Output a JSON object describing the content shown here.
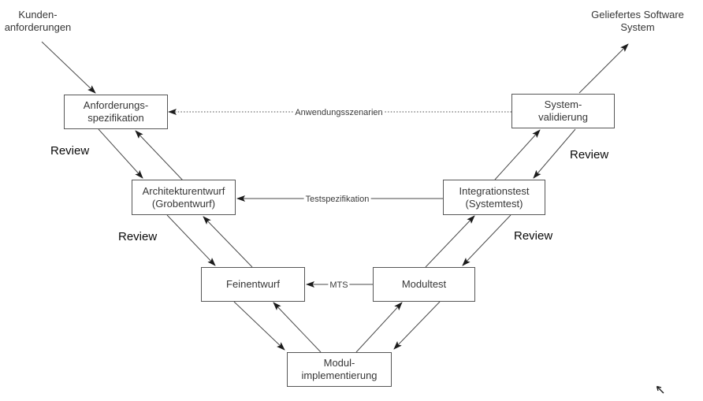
{
  "diagram": {
    "external_labels": {
      "kundenanforderungen": {
        "line1": "Kunden-",
        "line2": "anforderungen"
      },
      "geliefertes_system": {
        "line1": "Geliefertes Software",
        "line2": "System"
      }
    },
    "boxes": {
      "anforderungsspezifikation": {
        "line1": "Anforderungs-",
        "line2": "spezifikation"
      },
      "systemvalidierung": {
        "line1": "System-",
        "line2": "validierung"
      },
      "architekturentwurf": {
        "line1": "Architekturentwurf",
        "line2": "(Grobentwurf)"
      },
      "integrationstest": {
        "line1": "Integrationstest",
        "line2": "(Systemtest)"
      },
      "feinentwurf": {
        "line1": "Feinentwurf"
      },
      "modultest": {
        "line1": "Modultest"
      },
      "modulimplementierung": {
        "line1": "Modul-",
        "line2": "implementierung"
      }
    },
    "edge_labels": {
      "anwendungsszenarien": "Anwendungsszenarien",
      "testspezifikation": "Testspezifikation",
      "mts": "MTS"
    },
    "review_labels": {
      "left_top": "Review",
      "left_middle": "Review",
      "right_top": "Review",
      "right_middle": "Review"
    },
    "colors": {
      "line": "#4a4a4a",
      "arrowhead": "#1c1c1c",
      "box_border": "#565656",
      "text": "#363636",
      "background": "#ffffff"
    }
  }
}
